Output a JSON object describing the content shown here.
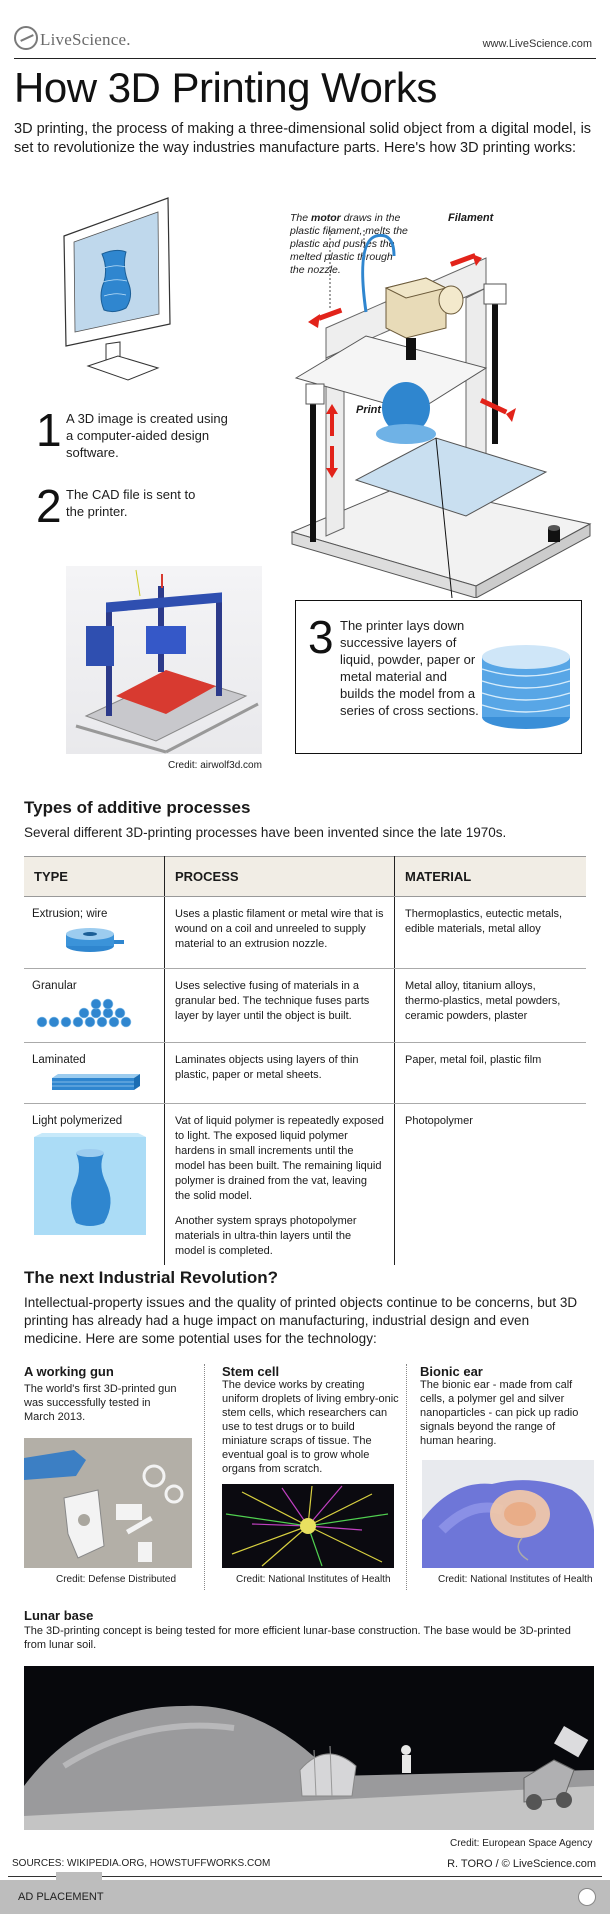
{
  "header": {
    "logo_text": "LiveScience.",
    "site_url": "www.LiveScience.com",
    "title": "How 3D Printing Works",
    "intro": "3D printing, the process of making a three-dimensional solid object from a digital model, is set to revolutionize the way industries manufacture parts. Here's how 3D printing works:"
  },
  "steps": [
    {
      "number": "1",
      "text": "A 3D image is created using a computer-aided design software."
    },
    {
      "number": "2",
      "text": "The CAD file is sent to the printer."
    },
    {
      "number": "3",
      "text": "The printer lays down successive layers of liquid, powder, paper or metal material and builds the model from a series of cross sections."
    }
  ],
  "diagram": {
    "motor_bold": "motor",
    "motor_pre": "The ",
    "motor_post": " draws in the plastic filament, melts the plastic and pushes the melted plastic through the nozzle.",
    "filament_label": "Filament",
    "nozzle_label": "Print nozzle"
  },
  "photo_credit": "Credit: airwolf3d.com",
  "types": {
    "title": "Types of additive processes",
    "subtitle": "Several different 3D-printing processes have been invented since the late 1970s.",
    "headers": [
      "TYPE",
      "PROCESS",
      "MATERIAL"
    ],
    "rows": [
      {
        "type": "Extrusion; wire",
        "process": "Uses a plastic filament or metal wire that is wound on a coil and unreeled to supply material to an extrusion nozzle.",
        "material": "Thermoplastics, eutectic metals, edible materials, metal alloy"
      },
      {
        "type": "Granular",
        "process": "Uses selective fusing of materials in a granular bed. The technique fuses parts layer by layer until the object is built.",
        "material": "Metal alloy, titanium alloys, thermo-plastics, metal powders, ceramic powders, plaster"
      },
      {
        "type": "Laminated",
        "process": "Laminates objects using layers of thin plastic, paper or metal sheets.",
        "material": "Paper, metal foil, plastic film"
      },
      {
        "type": "Light polymerized",
        "process": "Vat of liquid polymer is repeatedly exposed to light. The exposed liquid polymer hardens in small increments until the model has been built. The remaining liquid polymer is drained from the vat, leaving the solid model.",
        "process2": "Another system sprays photopolymer materials in ultra-thin layers until the model is completed.",
        "material": "Photopolymer"
      }
    ]
  },
  "revolution": {
    "title": "The next Industrial Revolution?",
    "text": "Intellectual-property issues and the quality of printed objects continue to be concerns, but 3D printing has already had a huge impact on manufacturing, industrial design and even medicine. Here are some potential uses for the technology:",
    "uses": [
      {
        "title": "A working gun",
        "text": "The world's first 3D-printed gun was successfully tested in March 2013.",
        "credit": "Credit: Defense Distributed"
      },
      {
        "title": "Stem cell",
        "text": "The device works by creating uniform droplets of living embry-onic stem cells, which researchers can use to test drugs or to build miniature scraps of tissue. The eventual goal is to grow whole organs from scratch.",
        "credit": "Credit: National Institutes of Health"
      },
      {
        "title": "Bionic ear",
        "text": "The bionic ear - made from calf cells, a polymer gel and silver nanoparticles - can pick up radio signals beyond the range of human hearing.",
        "credit": "Credit: National Institutes of Health"
      }
    ],
    "lunar": {
      "title": "Lunar base",
      "text": "The 3D-printing concept is being tested for more efficient lunar-base construction. The base would be 3D-printed from lunar soil.",
      "credit": "Credit: European Space Agency"
    }
  },
  "footer": {
    "sources": "SOURCES: WIKIPEDIA.ORG, HOWSTUFFWORKS.COM",
    "byline": "R. TORO / © LiveScience.com",
    "ad_label": "AD PLACEMENT"
  },
  "colors": {
    "accent_blue": "#2f86cf",
    "arrow_red": "#e2231a",
    "table_header": "#f1ede5"
  }
}
